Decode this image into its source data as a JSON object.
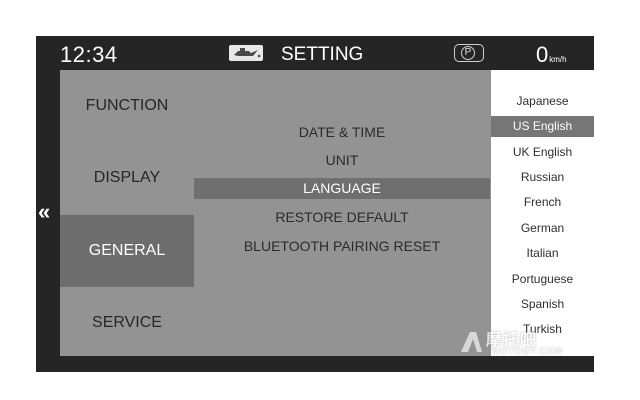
{
  "status_bar": {
    "time": "12:34",
    "title": "SETTING",
    "parking_badge": "P",
    "speed": "0",
    "speed_unit": "km/h"
  },
  "categories": [
    {
      "label": "FUNCTION",
      "selected": false
    },
    {
      "label": "DISPLAY",
      "selected": false
    },
    {
      "label": "GENERAL",
      "selected": true
    },
    {
      "label": "SERVICE",
      "selected": false
    }
  ],
  "general_menu": [
    {
      "label": "DATE & TIME",
      "selected": false
    },
    {
      "label": "UNIT",
      "selected": false
    },
    {
      "label": "LANGUAGE",
      "selected": true
    },
    {
      "label": "RESTORE DEFAULT",
      "selected": false
    },
    {
      "label": "BLUETOOTH PAIRING RESET",
      "selected": false
    }
  ],
  "languages": [
    {
      "label": "Japanese",
      "selected": false
    },
    {
      "label": "US English",
      "selected": true
    },
    {
      "label": "UK English",
      "selected": false
    },
    {
      "label": "Russian",
      "selected": false
    },
    {
      "label": "French",
      "selected": false
    },
    {
      "label": "German",
      "selected": false
    },
    {
      "label": "Italian",
      "selected": false
    },
    {
      "label": "Portuguese",
      "selected": false
    },
    {
      "label": "Spanish",
      "selected": false
    },
    {
      "label": "Turkish",
      "selected": false
    }
  ],
  "icons": {
    "oil": "oil-can-icon",
    "back": "double-chevron-left-icon",
    "collapse": "chevron-left-icon"
  },
  "watermark": {
    "text_cn": "摩托吧",
    "text_en": "MOTOBY.COM"
  },
  "colors": {
    "bezel": "#252525",
    "panel": "#939393",
    "selected": "#6d6d6d",
    "list_bg": "#ffffff"
  }
}
